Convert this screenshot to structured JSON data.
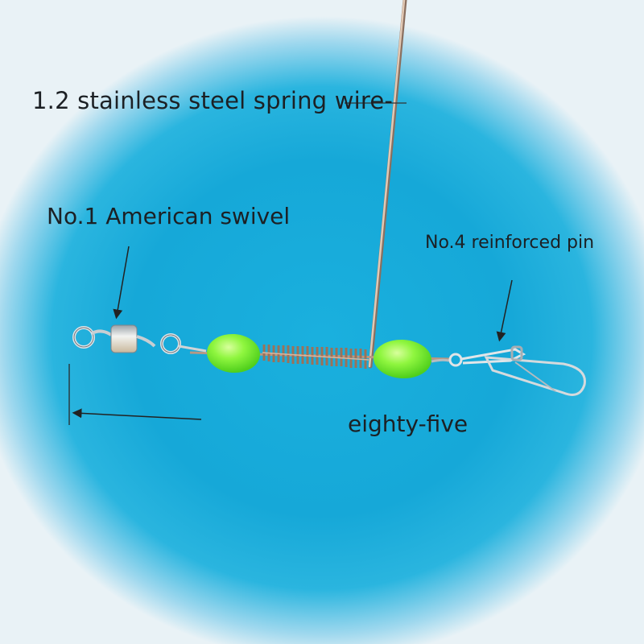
{
  "labels": {
    "wire": "1.2 stainless steel spring wire-",
    "swivel": "No.1 American swivel",
    "pin": "No.4 reinforced pin",
    "length": "eighty-five"
  },
  "colors": {
    "background_center": "#16a8d8",
    "background_edge": "#e9f2f6",
    "bead": "#7cf53a",
    "wire": "#c9ad9a",
    "spring": "#a87e62",
    "metal": "#d7dde2"
  },
  "icons": {
    "swivel": "barrel-swivel",
    "pin": "snap-pin",
    "beads": "luminous-bead"
  }
}
